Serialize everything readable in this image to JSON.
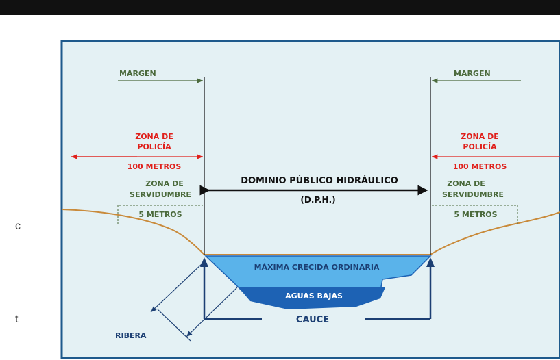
{
  "fragments": {
    "left_c": "c",
    "left_t": "t"
  },
  "labels": {
    "margin_left": "MARGEN",
    "margin_right": "MARGEN",
    "police_left_1": "ZONA DE",
    "police_left_2": "POLICÍA",
    "police_right_1": "ZONA DE",
    "police_right_2": "POLICÍA",
    "police_dist_left": "100 METROS",
    "police_dist_right": "100 METROS",
    "serv_left_1": "ZONA DE",
    "serv_left_2": "SERVIDUMBRE",
    "serv_right_1": "ZONA DE",
    "serv_right_2": "SERVIDUMBRE",
    "serv_dist_left": "5 METROS",
    "serv_dist_right": "5 METROS",
    "dph_title": "DOMINIO PÚBLICO HIDRÁULICO",
    "dph_abbr": "(D.P.H.)",
    "max_flood": "MÁXIMA CRECIDA ORDINARIA",
    "low_water": "AGUAS BAJAS",
    "channel": "CAUCE",
    "bank": "RIBERA"
  },
  "colors": {
    "panel_bg": "#e4f1f4",
    "panel_border": "#1e5a8c",
    "margin_green": "#4b6a3c",
    "police_red": "#e0201b",
    "dph_black": "#111111",
    "navy": "#1c3f73",
    "ground": "#c98a3a",
    "flood_blue": "#5ab3ea",
    "low_blue": "#1d62b4"
  }
}
